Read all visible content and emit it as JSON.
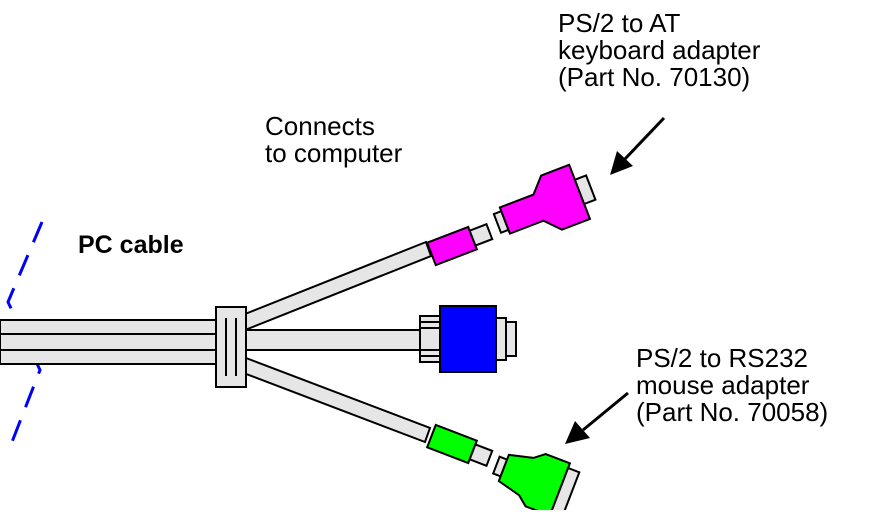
{
  "labels": {
    "keyboard_adapter": {
      "line1": "PS/2 to AT",
      "line2": "keyboard adapter",
      "line3": "(Part No. 70130)"
    },
    "connects": {
      "line1": "Connects",
      "line2": "to computer"
    },
    "pc_cable": "PC cable",
    "mouse_adapter": {
      "line1": "PS/2 to RS232",
      "line2": "mouse adapter",
      "line3": "(Part No. 70058)"
    }
  },
  "colors": {
    "keyboard_connector": "#ff00ff",
    "video_connector": "#0000ff",
    "mouse_connector": "#00ff00",
    "cable": "#e6e6e6",
    "cut_line": "#0000ff",
    "outline": "#000000"
  }
}
